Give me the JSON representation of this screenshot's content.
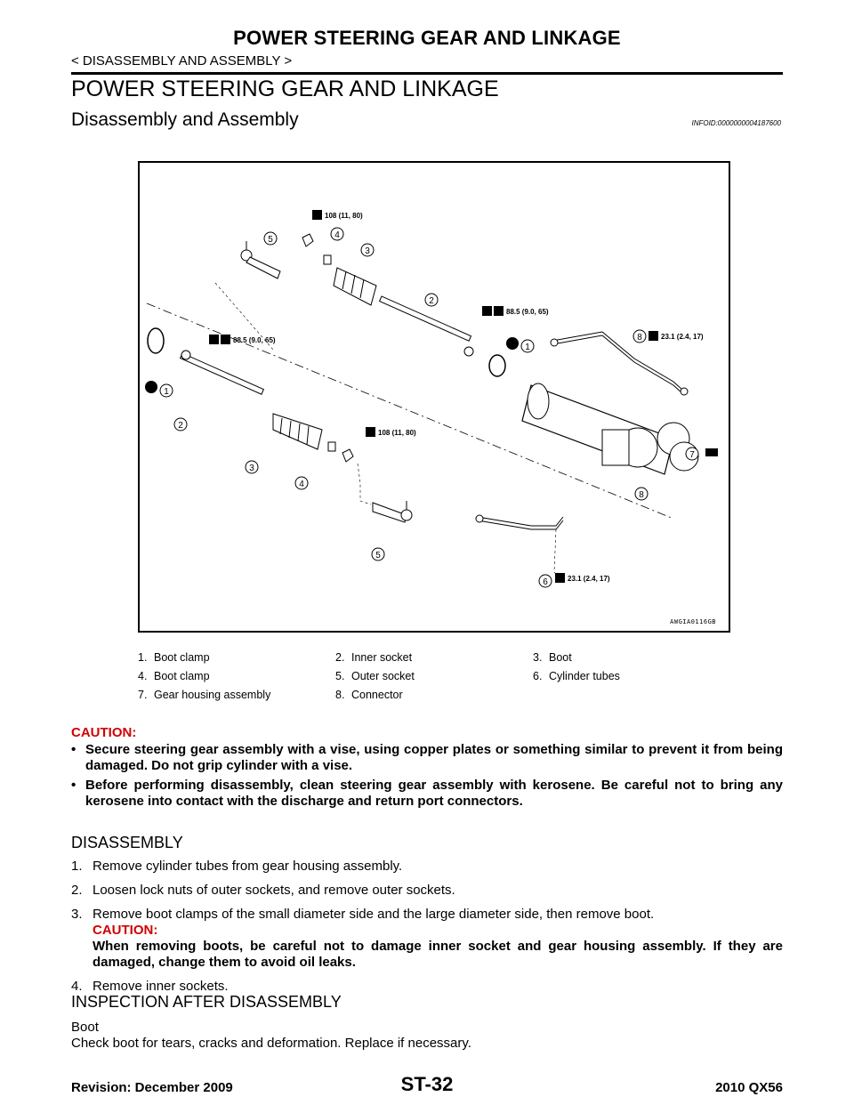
{
  "header": {
    "title": "POWER STEERING GEAR AND LINKAGE",
    "breadcrumb": "< DISASSEMBLY AND ASSEMBLY >"
  },
  "section": {
    "title": "POWER STEERING GEAR AND LINKAGE",
    "subtitle": "Disassembly and Assembly",
    "info_id": "INFOID:0000000004187600"
  },
  "figure": {
    "id": "AWGIA0116GB",
    "torque_labels": [
      "108 (11, 80)",
      "88.5 (9.0, 65)",
      "88.5 (9.0, 65)",
      "23.1 (2.4, 17)",
      "108 (11, 80)",
      "23.1 (2.4, 17)"
    ],
    "callouts": [
      "1",
      "2",
      "3",
      "4",
      "5",
      "6",
      "7",
      "8"
    ]
  },
  "legend": [
    [
      {
        "num": "1.",
        "label": "Boot clamp"
      },
      {
        "num": "2.",
        "label": "Inner socket"
      },
      {
        "num": "3.",
        "label": "Boot"
      }
    ],
    [
      {
        "num": "4.",
        "label": "Boot clamp"
      },
      {
        "num": "5.",
        "label": "Outer socket"
      },
      {
        "num": "6.",
        "label": "Cylinder tubes"
      }
    ],
    [
      {
        "num": "7.",
        "label": "Gear housing assembly"
      },
      {
        "num": "8.",
        "label": "Connector"
      },
      {
        "num": "",
        "label": ""
      }
    ]
  ],
  "caution": {
    "heading": "CAUTION:",
    "bullets": [
      "Secure steering gear assembly with a vise, using copper plates or something similar to prevent it from being damaged. Do not grip cylinder with a vise.",
      "Before performing disassembly, clean steering gear assembly with kerosene. Be careful not to bring any kerosene into contact with the discharge and return port connectors."
    ]
  },
  "disassembly": {
    "heading": "DISASSEMBLY",
    "steps": [
      {
        "n": "1.",
        "text": "Remove cylinder tubes from gear housing assembly."
      },
      {
        "n": "2.",
        "text": "Loosen lock nuts of outer sockets, and remove outer sockets."
      },
      {
        "n": "3.",
        "text": "Remove boot clamps of the small diameter side and the large diameter side, then remove boot.",
        "caution_head": "CAUTION:",
        "caution_text": "When removing boots, be careful not to damage inner socket and gear housing assembly. If they are damaged, change them to avoid oil leaks."
      },
      {
        "n": "4.",
        "text": "Remove inner sockets."
      }
    ]
  },
  "inspection": {
    "heading": "INSPECTION AFTER DISASSEMBLY",
    "label": "Boot",
    "text": "Check boot for tears, cracks and deformation. Replace if necessary."
  },
  "footer": {
    "revision": "Revision: December 2009",
    "page": "ST-32",
    "model": "2010 QX56"
  }
}
